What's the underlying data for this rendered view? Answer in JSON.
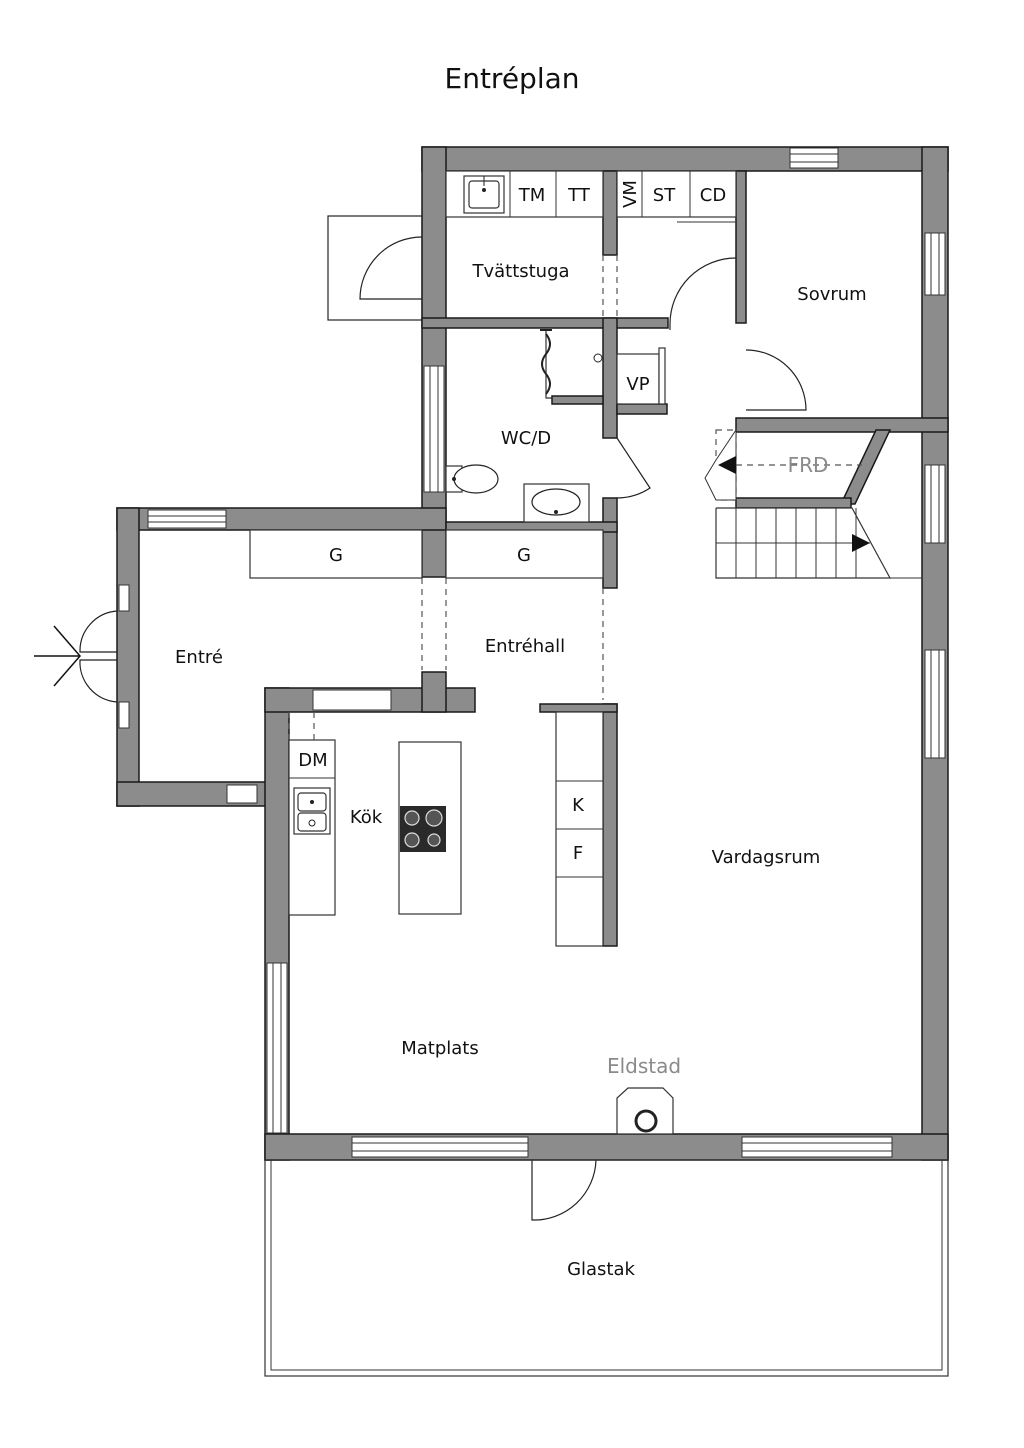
{
  "title": "Entréplan",
  "rooms": {
    "tvattstuga": "Tvättstuga",
    "sovrum": "Sovrum",
    "wcd": "WC/D",
    "entre": "Entré",
    "entrehall": "Entréhall",
    "kok": "Kök",
    "vardagsrum": "Vardagsrum",
    "matplats": "Matplats",
    "glastak": "Glastak"
  },
  "fixtures": {
    "tm": "TM",
    "tt": "TT",
    "vm": "VM",
    "st": "ST",
    "cd": "CD",
    "vp": "VP",
    "frd": "FRD",
    "g1": "G",
    "g2": "G",
    "dm": "DM",
    "k": "K",
    "f": "F",
    "eldstad": "Eldstad"
  },
  "colors": {
    "wall": "#8c8c8c",
    "line": "#222222",
    "muted_label": "#8a8a8a"
  }
}
